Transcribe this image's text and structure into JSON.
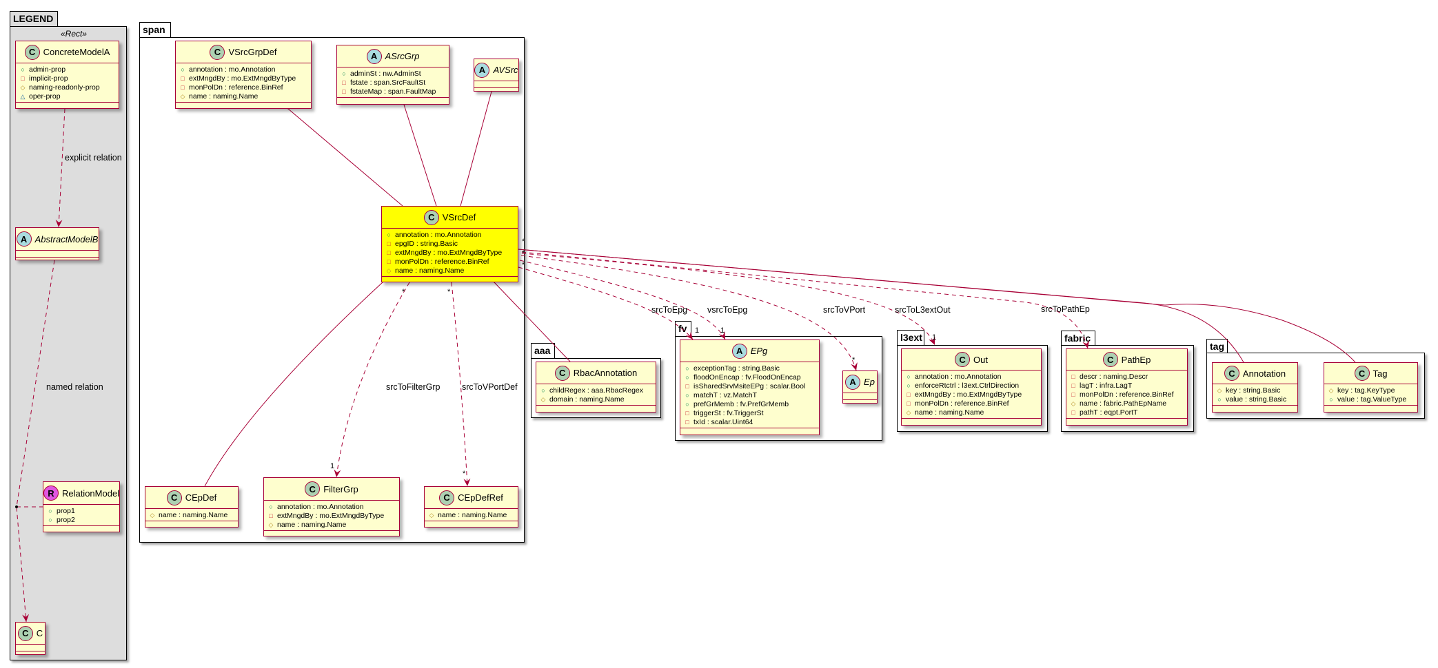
{
  "packages": [
    {
      "id": "legend",
      "name": "LEGEND",
      "stereotype": "«Rect»"
    },
    {
      "id": "span",
      "name": "span"
    },
    {
      "id": "aaa",
      "name": "aaa"
    },
    {
      "id": "fv",
      "name": "fv"
    },
    {
      "id": "l3ext",
      "name": "l3ext"
    },
    {
      "id": "fabric",
      "name": "fabric"
    },
    {
      "id": "tag",
      "name": "tag"
    }
  ],
  "classes": [
    {
      "id": "ConcreteModelA",
      "kind": "C",
      "name": "ConcreteModelA",
      "attrs": [
        [
          "+",
          "admin-prop"
        ],
        [
          "-",
          "implicit-prop"
        ],
        [
          "#",
          "naming-readonly-prop"
        ],
        [
          "~",
          "oper-prop"
        ]
      ]
    },
    {
      "id": "AbstractModelB",
      "kind": "A",
      "name": "AbstractModelB",
      "attrs": []
    },
    {
      "id": "RelationModel",
      "kind": "R",
      "name": "RelationModel",
      "attrs": [
        [
          "+",
          "prop1"
        ],
        [
          "+",
          "prop2"
        ]
      ]
    },
    {
      "id": "C",
      "kind": "C",
      "name": "C",
      "attrs": []
    },
    {
      "id": "VSrcGrpDef",
      "kind": "C",
      "name": "VSrcGrpDef",
      "attrs": [
        [
          "+",
          "annotation : mo.Annotation"
        ],
        [
          "-",
          "extMngdBy : mo.ExtMngdByType"
        ],
        [
          "-",
          "monPolDn : reference.BinRef"
        ],
        [
          "#",
          "name : naming.Name"
        ]
      ]
    },
    {
      "id": "ASrcGrp",
      "kind": "A",
      "name": "ASrcGrp",
      "attrs": [
        [
          "+",
          "adminSt : nw.AdminSt"
        ],
        [
          "-",
          "fstate : span.SrcFaultSt"
        ],
        [
          "-",
          "fstateMap : span.FaultMap"
        ]
      ]
    },
    {
      "id": "AVSrc",
      "kind": "A",
      "name": "AVSrc",
      "attrs": []
    },
    {
      "id": "VSrcDef",
      "kind": "C",
      "name": "VSrcDef",
      "highlight": "#FFFF00",
      "attrs": [
        [
          "+",
          "annotation : mo.Annotation"
        ],
        [
          "-",
          "epgID : string.Basic"
        ],
        [
          "-",
          "extMngdBy : mo.ExtMngdByType"
        ],
        [
          "-",
          "monPolDn : reference.BinRef"
        ],
        [
          "#",
          "name : naming.Name"
        ]
      ]
    },
    {
      "id": "CEpDef",
      "kind": "C",
      "name": "CEpDef",
      "attrs": [
        [
          "#",
          "name : naming.Name"
        ]
      ]
    },
    {
      "id": "FilterGrp",
      "kind": "C",
      "name": "FilterGrp",
      "attrs": [
        [
          "+",
          "annotation : mo.Annotation"
        ],
        [
          "-",
          "extMngdBy : mo.ExtMngdByType"
        ],
        [
          "#",
          "name : naming.Name"
        ]
      ]
    },
    {
      "id": "CEpDefRef",
      "kind": "C",
      "name": "CEpDefRef",
      "attrs": [
        [
          "#",
          "name : naming.Name"
        ]
      ]
    },
    {
      "id": "RbacAnnotation",
      "kind": "C",
      "name": "RbacAnnotation",
      "attrs": [
        [
          "+",
          "childRegex : aaa.RbacRegex"
        ],
        [
          "#",
          "domain : naming.Name"
        ]
      ]
    },
    {
      "id": "EPg",
      "kind": "A",
      "name": "EPg",
      "attrs": [
        [
          "+",
          "exceptionTag : string.Basic"
        ],
        [
          "+",
          "floodOnEncap : fv.FloodOnEncap"
        ],
        [
          "-",
          "isSharedSrvMsiteEPg : scalar.Bool"
        ],
        [
          "+",
          "matchT : vz.MatchT"
        ],
        [
          "+",
          "prefGrMemb : fv.PrefGrMemb"
        ],
        [
          "-",
          "triggerSt : fv.TriggerSt"
        ],
        [
          "-",
          "txId : scalar.Uint64"
        ]
      ]
    },
    {
      "id": "Ep",
      "kind": "A",
      "name": "Ep",
      "attrs": []
    },
    {
      "id": "Out",
      "kind": "C",
      "name": "Out",
      "attrs": [
        [
          "+",
          "annotation : mo.Annotation"
        ],
        [
          "+",
          "enforceRtctrl : l3ext.CtrlDirection"
        ],
        [
          "-",
          "extMngdBy : mo.ExtMngdByType"
        ],
        [
          "-",
          "monPolDn : reference.BinRef"
        ],
        [
          "#",
          "name : naming.Name"
        ]
      ]
    },
    {
      "id": "PathEp",
      "kind": "C",
      "name": "PathEp",
      "attrs": [
        [
          "-",
          "descr : naming.Descr"
        ],
        [
          "-",
          "lagT : infra.LagT"
        ],
        [
          "-",
          "monPolDn : reference.BinRef"
        ],
        [
          "#",
          "name : fabric.PathEpName"
        ],
        [
          "-",
          "pathT : eqpt.PortT"
        ]
      ]
    },
    {
      "id": "Annotation",
      "kind": "C",
      "name": "Annotation",
      "attrs": [
        [
          "#",
          "key : string.Basic"
        ],
        [
          "+",
          "value : string.Basic"
        ]
      ]
    },
    {
      "id": "Tag",
      "kind": "C",
      "name": "Tag",
      "attrs": [
        [
          "#",
          "key : tag.KeyType"
        ],
        [
          "+",
          "value : tag.ValueType"
        ]
      ]
    }
  ],
  "edge_labels": {
    "explicit": "explicit relation",
    "named": "named relation",
    "srcToFilterGrp": "srcToFilterGrp",
    "srcToVPortDef": "srcToVPortDef",
    "srcToEpg": "srcToEpg",
    "vsrcToEpg": "vsrcToEpg",
    "srcToVPort": "srcToVPort",
    "srcToL3extOut": "srcToL3extOut",
    "srcToPathEp": "srcToPathEp"
  },
  "multiplicities": {
    "filter_src": "*",
    "filter_dst": "1",
    "vportdef_src": "*",
    "vportdef_dst": "*",
    "right_src_1": "*",
    "right_src_2": "*",
    "right_src_3": "*",
    "epg_dst": "1",
    "vepg_dst": "1",
    "vport_dst": "*",
    "l3out_dst": "1"
  },
  "colors": {
    "class_fill": "#FEFECE",
    "class_border": "#A80036",
    "highlight": "#FFFF00",
    "badge_class": "#ADD1B2",
    "badge_abstract": "#A9DCDF",
    "badge_relation": "#E056E0",
    "legend_bg": "#DDDDDD"
  }
}
